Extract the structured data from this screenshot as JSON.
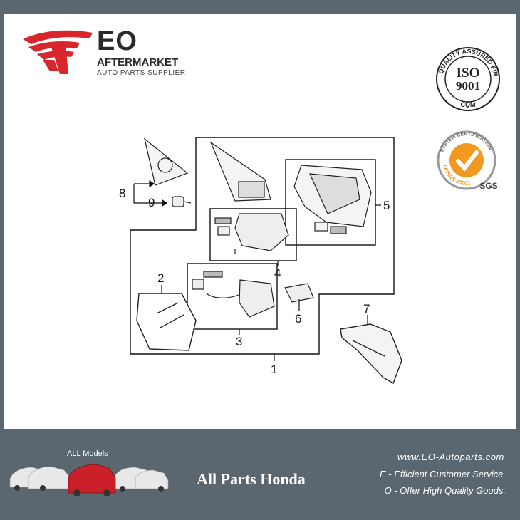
{
  "header": {
    "brand": "EO",
    "brand_line2": "AFTERMARKET",
    "brand_line3": "AUTO PARTS SUPPLIER",
    "iso_text_top": "QUALITY ASSURED FIRM",
    "iso_main": "ISO",
    "iso_num": "9001",
    "iso_bottom": "CQM",
    "ohsas_top": "SYSTEM CERTIFICATION",
    "ohsas_bottom": "OHSAS 18001",
    "sgs": "SGS"
  },
  "diagram": {
    "callouts": [
      "1",
      "2",
      "3",
      "4",
      "5",
      "6",
      "7",
      "8",
      "9"
    ]
  },
  "footer": {
    "models_label": "ALL Models",
    "title": "All Parts Honda",
    "url": "www.EO-Autoparts.com",
    "line1": "E - Efficient Customer Service.",
    "line2": "O - Offer High Quality Goods."
  },
  "colors": {
    "frame": "#5b6770",
    "brand_red": "#d9262c",
    "ohsas_orange": "#f29a1f"
  }
}
